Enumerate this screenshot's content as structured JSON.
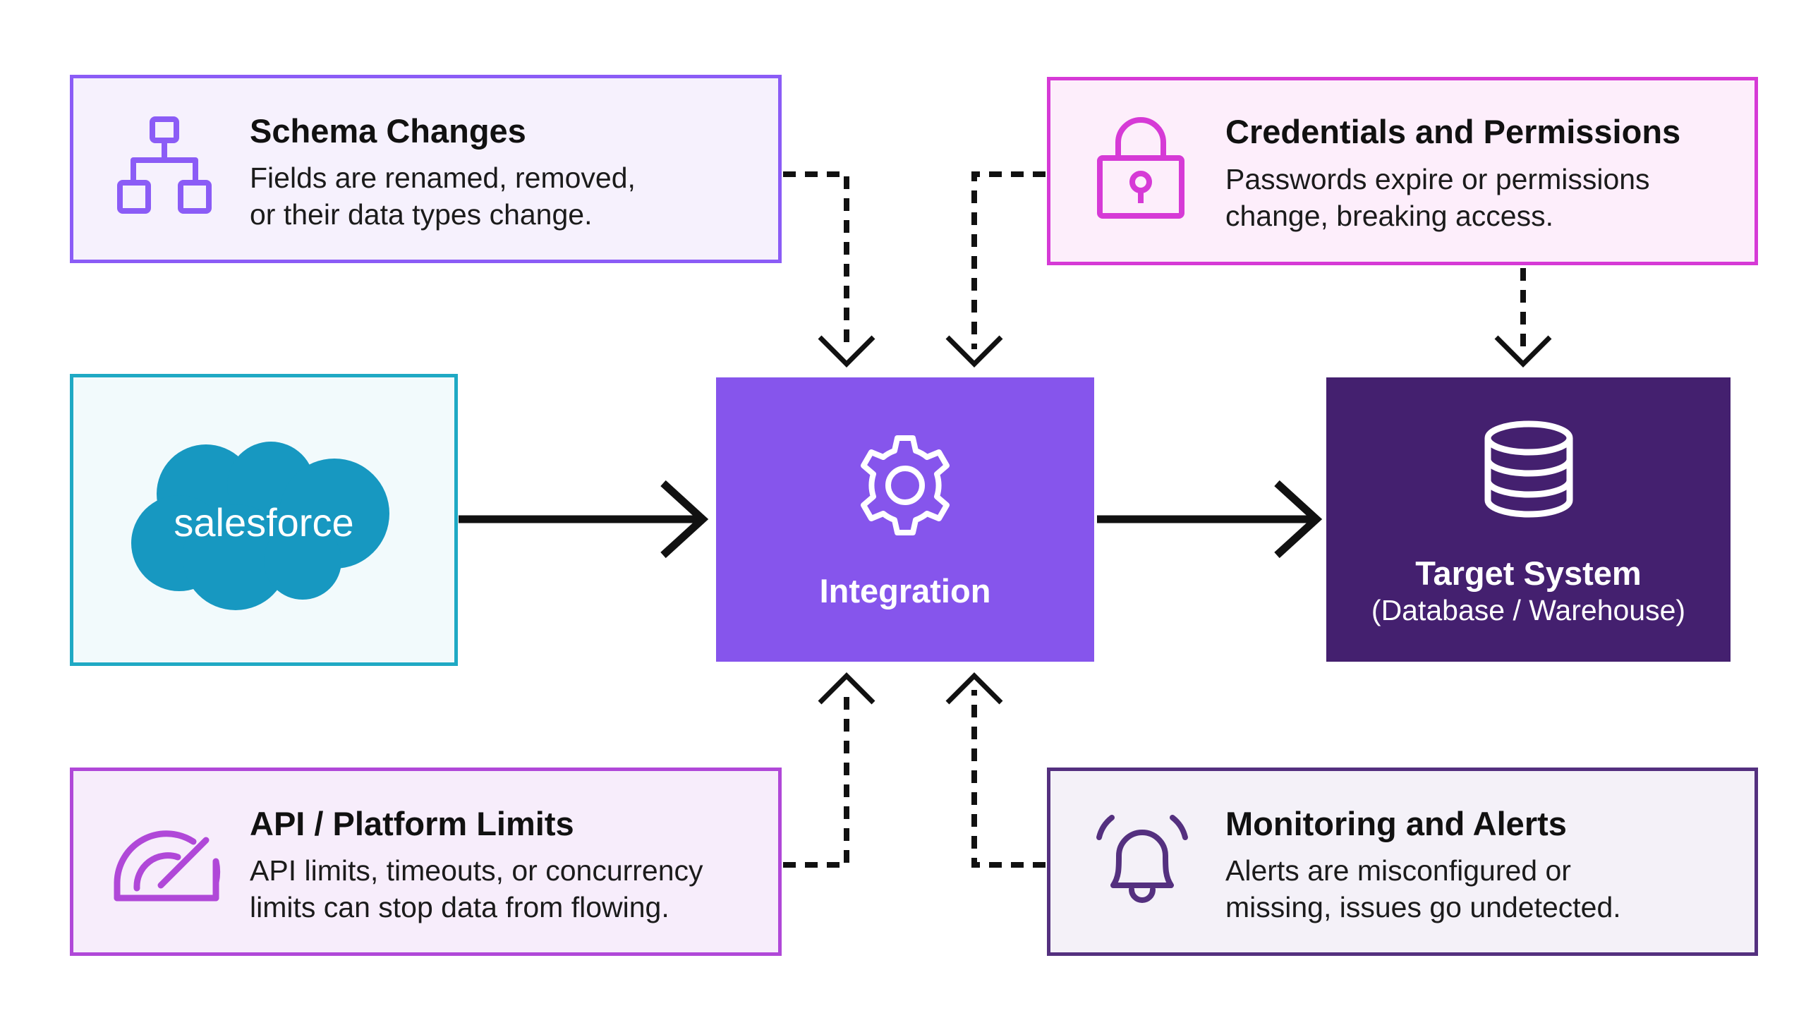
{
  "schema_changes": {
    "title": "Schema Changes",
    "desc_line1": "Fields are renamed, removed,",
    "desc_line2": "or their data types change.",
    "icon": "hierarchy-icon",
    "color": "#8b5cf6"
  },
  "credentials": {
    "title": "Credentials and Permissions",
    "desc_line1": "Passwords expire or permissions",
    "desc_line2": "change, breaking access.",
    "icon": "lock-icon",
    "color": "#d63ad6"
  },
  "api_limits": {
    "title": "API / Platform Limits",
    "desc_line1": "API limits, timeouts, or concurrency",
    "desc_line2": "limits can stop data from flowing.",
    "icon": "gauge-icon",
    "color": "#b048d8"
  },
  "monitoring": {
    "title": "Monitoring and Alerts",
    "desc_line1": "Alerts are misconfigured or",
    "desc_line2": "missing, issues go undetected.",
    "icon": "bell-icon",
    "color": "#54307f"
  },
  "salesforce": {
    "logo_text": "salesforce",
    "color": "#1798c1"
  },
  "integration": {
    "label": "Integration",
    "icon": "gear-icon",
    "color": "#8655ec"
  },
  "target": {
    "title": "Target System",
    "subtitle": "(Database / Warehouse)",
    "icon": "database-icon",
    "color": "#44206f"
  }
}
